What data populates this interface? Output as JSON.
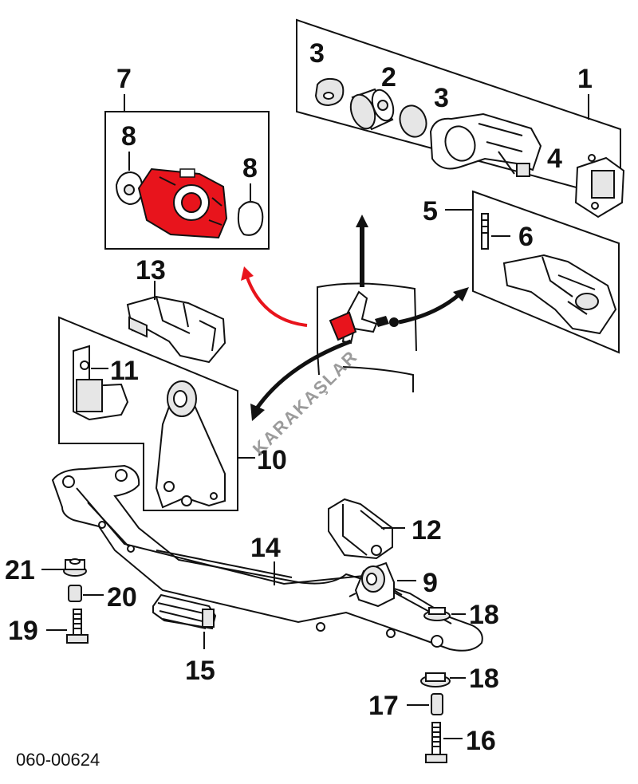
{
  "diagram": {
    "drawing_number": "060-00624",
    "watermark": "KARAKAŞLAR",
    "highlight_color": "#e8141c",
    "callouts": {
      "c1": "1",
      "c2": "2",
      "c3a": "3",
      "c3b": "3",
      "c4": "4",
      "c5": "5",
      "c6": "6",
      "c7": "7",
      "c8a": "8",
      "c8b": "8",
      "c9": "9",
      "c10": "10",
      "c11": "11",
      "c12": "12",
      "c13": "13",
      "c14": "14",
      "c15": "15",
      "c16": "16",
      "c17": "17",
      "c18a": "18",
      "c18b": "18",
      "c19": "19",
      "c20": "20",
      "c21": "21"
    }
  }
}
